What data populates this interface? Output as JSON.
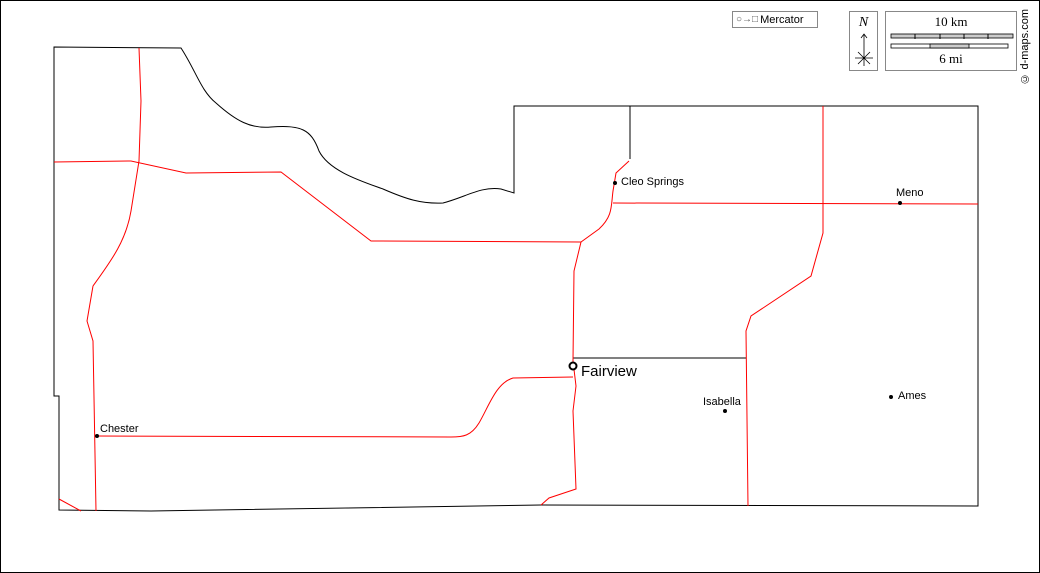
{
  "projection_label": "Mercator",
  "north_label": "N",
  "scale": {
    "km_label": "10 km",
    "mi_label": "6 mi"
  },
  "credit": "© d-maps.com",
  "places": [
    {
      "name": "Fairview",
      "type": "county-seat"
    },
    {
      "name": "Cleo Springs",
      "type": "town"
    },
    {
      "name": "Meno",
      "type": "town"
    },
    {
      "name": "Isabella",
      "type": "town"
    },
    {
      "name": "Ames",
      "type": "town"
    },
    {
      "name": "Chester",
      "type": "town"
    }
  ],
  "colors": {
    "road": "#ff0000",
    "boundary": "#000000"
  }
}
